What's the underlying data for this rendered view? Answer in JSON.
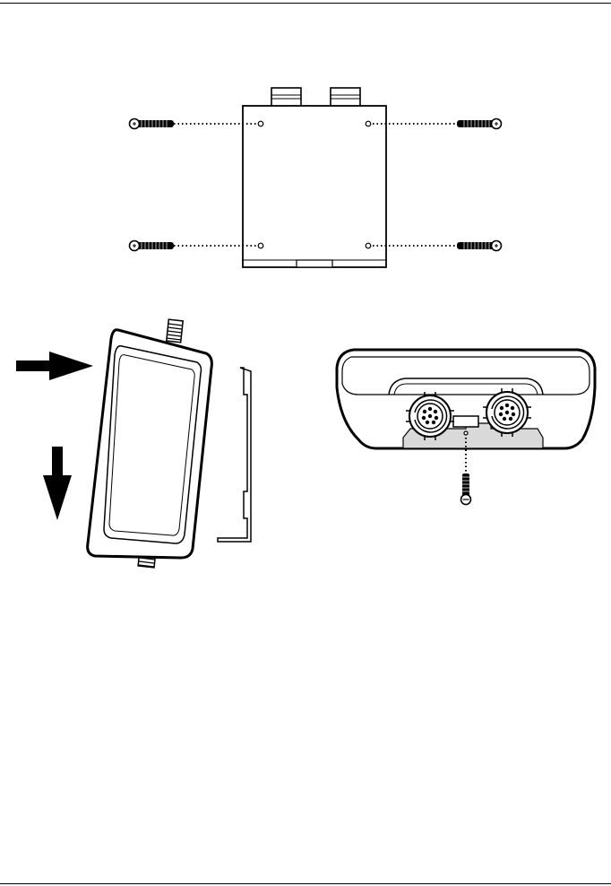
{
  "document": {
    "type": "installation-illustration",
    "panels": [
      {
        "id": "mounting-screws",
        "items": [
          "screw",
          "screw",
          "screw",
          "screw",
          "bracket-plate"
        ]
      },
      {
        "id": "slide-unit-onto-bracket",
        "items": [
          "unit-side-view",
          "bracket-side-view",
          "arrow-right",
          "arrow-down"
        ]
      },
      {
        "id": "secure-locking-screw",
        "items": [
          "unit-bottom-view",
          "connector",
          "connector",
          "locking-screw"
        ]
      }
    ]
  },
  "colors": {
    "line": "#000000",
    "fill": "#ffffff",
    "shade": "#d9d9d9"
  }
}
